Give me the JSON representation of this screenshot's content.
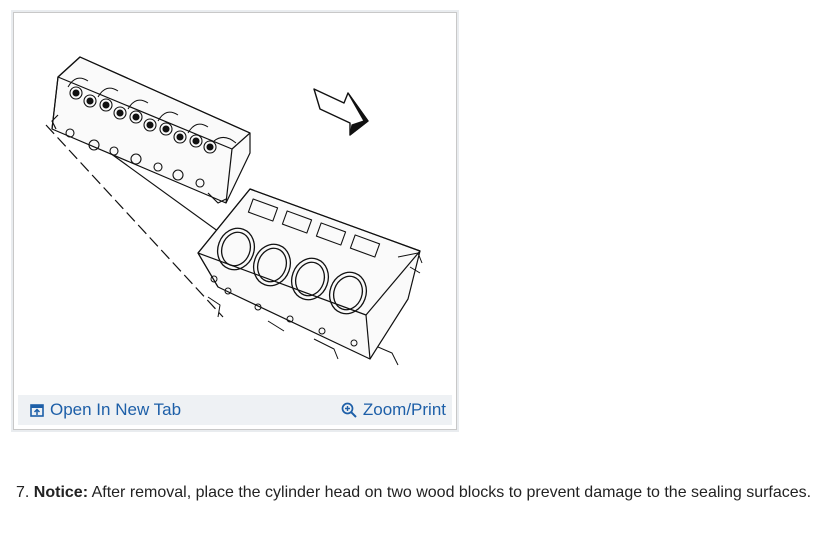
{
  "figure": {
    "open_tab_label": "Open In New Tab",
    "zoom_label": "Zoom/Print",
    "link_color": "#1d5fa8",
    "footer_bg": "#eef1f4"
  },
  "step": {
    "number": "7.",
    "notice_label": "Notice:",
    "text": "After removal, place the cylinder head on two wood blocks to prevent damage to the sealing surfaces."
  },
  "icons": {
    "open_tab": "open-new-tab-icon",
    "zoom": "zoom-magnifier-icon"
  }
}
